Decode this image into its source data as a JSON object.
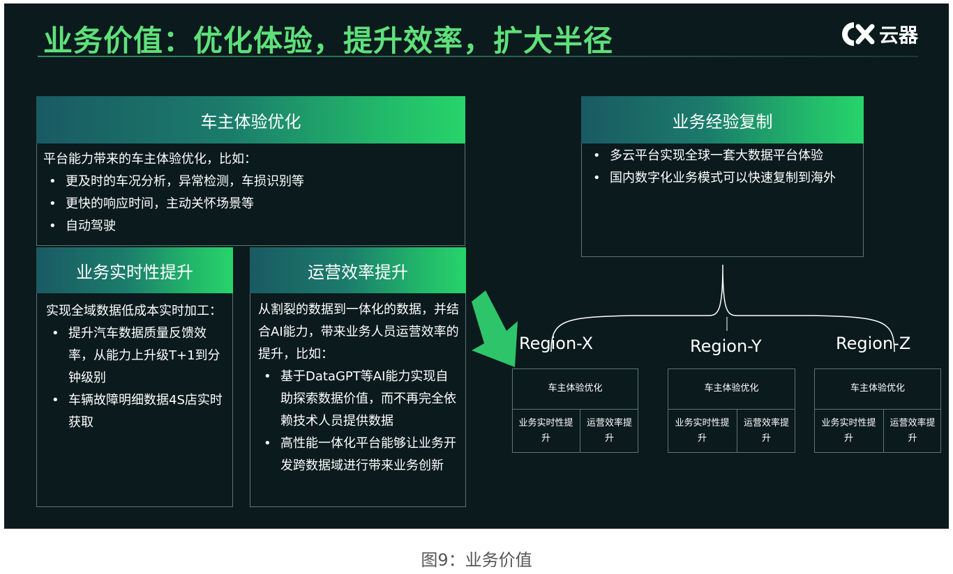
{
  "slide": {
    "title": "业务价值：优化体验，提升效率，扩大半径",
    "logo_text": "云器"
  },
  "owner_experience": {
    "header": "车主体验优化",
    "intro": "平台能力带来的车主体验优化，比如：",
    "bullets": [
      "更及时的车况分析，异常检测，车损识别等",
      "更快的响应时间，主动关怀场景等",
      "自动驾驶"
    ]
  },
  "realtime": {
    "header": "业务实时性提升",
    "intro": "实现全域数据低成本实时加工：",
    "bullets": [
      "提升汽车数据质量反馈效率，从能力上升级T+1到分钟级别",
      "车辆故障明细数据4S店实时获取"
    ]
  },
  "ops_efficiency": {
    "header": "运营效率提升",
    "intro": "从割裂的数据到一体化的数据，并结合AI能力，带来业务人员运营效率的提升，比如：",
    "bullets": [
      "基于DataGPT等AI能力实现自助探索数据价值，而不再完全依赖技术人员提供数据",
      "高性能一体化平台能够让业务开发跨数据域进行带来业务创新"
    ]
  },
  "replication": {
    "header": "业务经验复制",
    "bullets": [
      "多云平台实现全球一套大数据平台体验",
      "国内数字化业务模式可以快速复制到海外"
    ]
  },
  "regions": [
    {
      "name": "Region-X",
      "top": "车主体验优化",
      "left": "业务实时性提升",
      "right": "运营效率提升"
    },
    {
      "name": "Region-Y",
      "top": "车主体验优化",
      "left": "业务实时性提升",
      "right": "运营效率提升"
    },
    {
      "name": "Region-Z",
      "top": "车主体验优化",
      "left": "业务实时性提升",
      "right": "运营效率提升"
    }
  ],
  "caption": "图9：业务价值",
  "colors": {
    "background": "#0b1a1d",
    "title": "#5fe07a",
    "header_gradient_start": "#1a5a63",
    "header_gradient_end": "#27d46a",
    "border": "#5c7773",
    "arrow": "#2ec46a"
  }
}
